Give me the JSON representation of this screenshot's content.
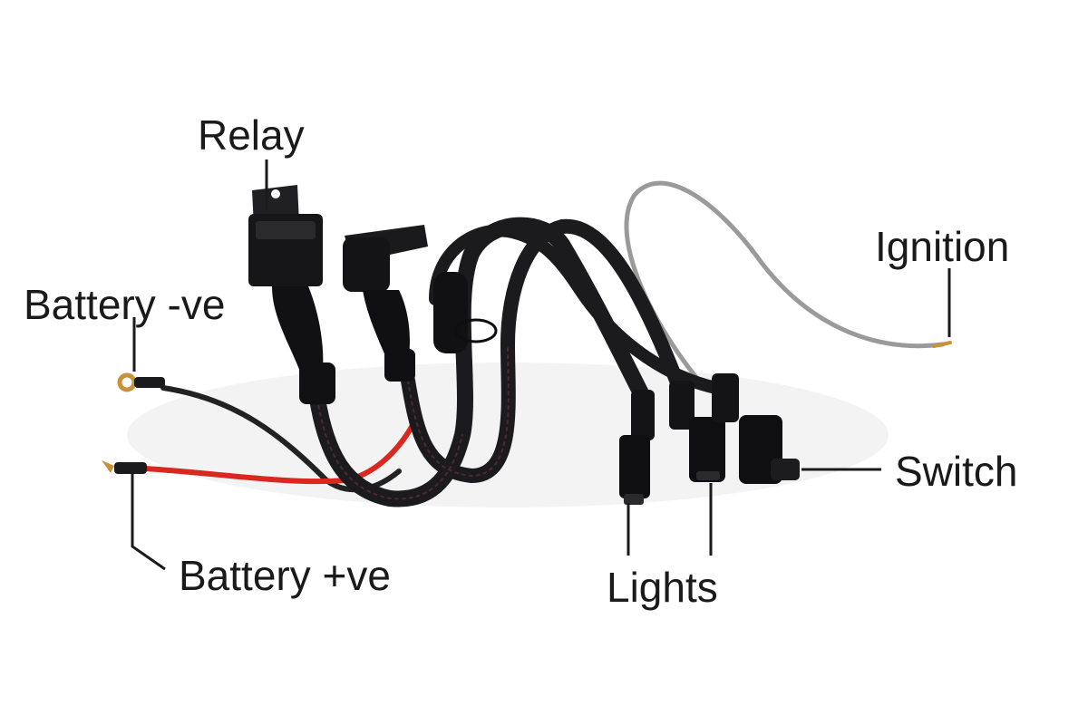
{
  "labels": {
    "relay": "Relay",
    "battery_negative": "Battery -ve",
    "battery_positive": "Battery +ve",
    "ignition": "Ignition",
    "switch": "Switch",
    "lights": "Lights"
  },
  "colors": {
    "background": "#ffffff",
    "label_text": "#1a1a1a",
    "leader_line": "#1a1a1a",
    "braided_sleeve": "#1b1b1e",
    "sleeve_highlight": "#4a2a30",
    "red_wire": "#d8281f",
    "black_wire": "#222222",
    "grey_wire": "#9a9a9a",
    "copper_terminal": "#c8913a"
  },
  "icons": {
    "relay": "relay-block-icon",
    "fuse_holder": "fuse-holder-icon",
    "ring_terminal": "ring-terminal-icon",
    "connector": "waterproof-connector-icon"
  }
}
